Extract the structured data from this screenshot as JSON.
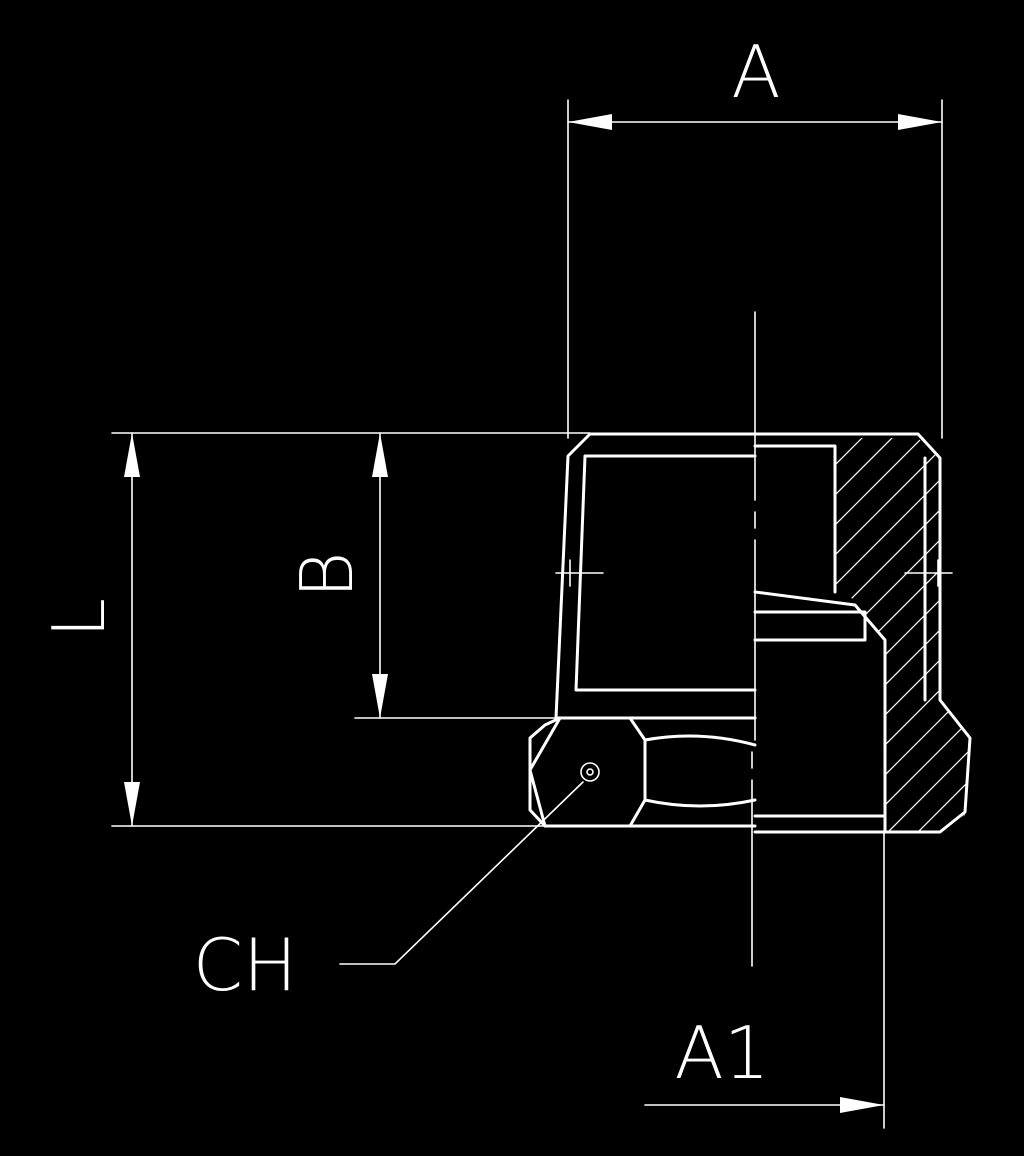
{
  "labels": {
    "A": "A",
    "A1": "A1",
    "B": "B",
    "L": "L",
    "CH": "CH"
  },
  "colors": {
    "background": "#000000",
    "line": "#ffffff"
  }
}
